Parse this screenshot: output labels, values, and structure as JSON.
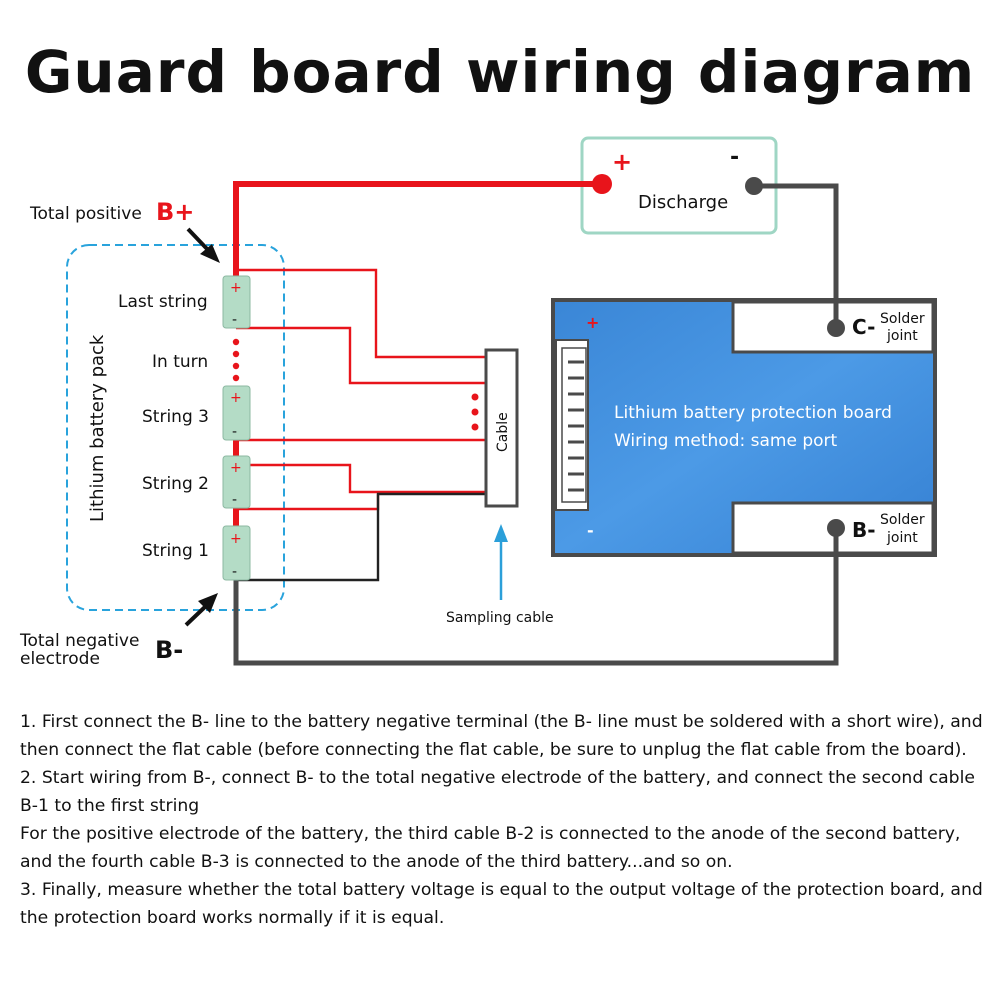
{
  "title": "Guard board wiring diagram",
  "diagram": {
    "total_positive_label": "Total positive",
    "b_plus": "B+",
    "total_negative_label_1": "Total negative",
    "total_negative_label_2": "electrode",
    "b_minus": "B-",
    "pack_label": "Lithium battery pack",
    "last_string": "Last string",
    "in_turn": "In turn",
    "string_3": "String 3",
    "string_2": "String 2",
    "string_1": "String 1",
    "cell_plus": "+",
    "cell_minus": "-",
    "cable": "Cable",
    "sampling_cable": "Sampling cable",
    "discharge": "Discharge",
    "discharge_plus": "+",
    "discharge_minus": "-",
    "board_plus": "+",
    "board_minus": "-",
    "board_line_1": "Lithium battery protection board",
    "board_line_2": "Wiring method: same port",
    "c_minus": "C-",
    "b_minus_board": "B-",
    "solder": "Solder",
    "joint": "joint"
  },
  "instructions": [
    "1. First connect the B- line to the battery negative terminal (the B- line must be soldered with a short wire), and then connect the flat cable (before connecting the flat cable, be sure to unplug the flat cable from the board).",
    "2. Start wiring from B-, connect B- to the total negative electrode of the battery, and connect the second cable B-1 to the first string",
    "For the positive electrode of the battery, the third cable B-2 is connected to the anode of the second battery, and the fourth cable B-3 is connected to the anode of the third battery...and so on.",
    "3. Finally, measure whether the total battery voltage is equal to the output voltage of the protection board, and the protection board works normally if it is equal."
  ],
  "colors": {
    "red_wire": "#e8141b",
    "gray_wire": "#4a4a4a",
    "cell_fill": "#b4dcc6",
    "board_blue": "#3f8fde",
    "discharge_border": "#9fd6c4",
    "pack_dash": "#29a3dc",
    "arrow_blue": "#2b9fd9"
  }
}
